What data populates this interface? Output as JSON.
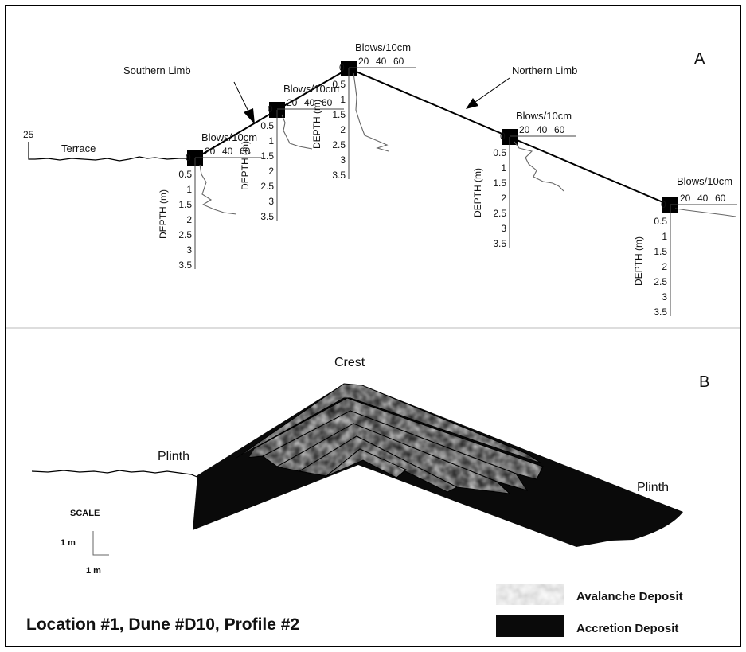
{
  "panel_a": {
    "label": "A",
    "southern_limb": "Southern Limb",
    "northern_limb": "Northern Limb",
    "terrace": "Terrace",
    "terrace_elevation": "25",
    "blows_label": "Blows/10cm",
    "depth_label": "DEPTH (m)",
    "blow_ticks": [
      "20",
      "40",
      "60"
    ],
    "depth_ticks": [
      "0.5",
      "1",
      "1.5",
      "2",
      "2.5",
      "3",
      "3.5"
    ]
  },
  "panel_b": {
    "label": "B",
    "crest": "Crest",
    "plinth_left": "Plinth",
    "plinth_right": "Plinth",
    "scale_title": "SCALE",
    "scale_v": "1 m",
    "scale_h": "1 m"
  },
  "legend": {
    "avalanche": "Avalanche Deposit",
    "accretion": "Accretion Deposit"
  },
  "caption": "Location #1, Dune #D10, Profile #2",
  "colors": {
    "avalanche_fill": "#a8a8a8",
    "accretion_fill": "#0a0a0a",
    "frame": "#000000"
  }
}
